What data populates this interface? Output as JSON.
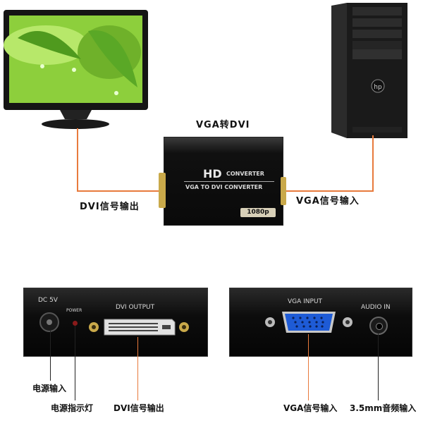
{
  "top": {
    "title": "VGA转DVI",
    "left_label": "DVI信号输出",
    "right_label": "VGA信号输入",
    "converter": {
      "brand_hd": "HD",
      "brand_conv": "CONVERTER",
      "model_line": "VGA TO DVI CONVERTER",
      "resolution": "1080p"
    }
  },
  "bottom": {
    "left_panel": {
      "dc_label": "DC 5V",
      "power_label": "POWER",
      "dvi_label": "DVI OUTPUT"
    },
    "right_panel": {
      "vga_label": "VGA INPUT",
      "audio_label": "AUDIO IN"
    },
    "callouts": {
      "power_input": "电源输入",
      "power_led": "电源指示灯",
      "dvi_out": "DVI信号输出",
      "vga_in": "VGA信号输入",
      "audio_in": "3.5mm音频输入"
    }
  },
  "colors": {
    "wire": "#e87a3c",
    "device": "#0d0d0d",
    "vga_port": "#1e5bd6"
  }
}
